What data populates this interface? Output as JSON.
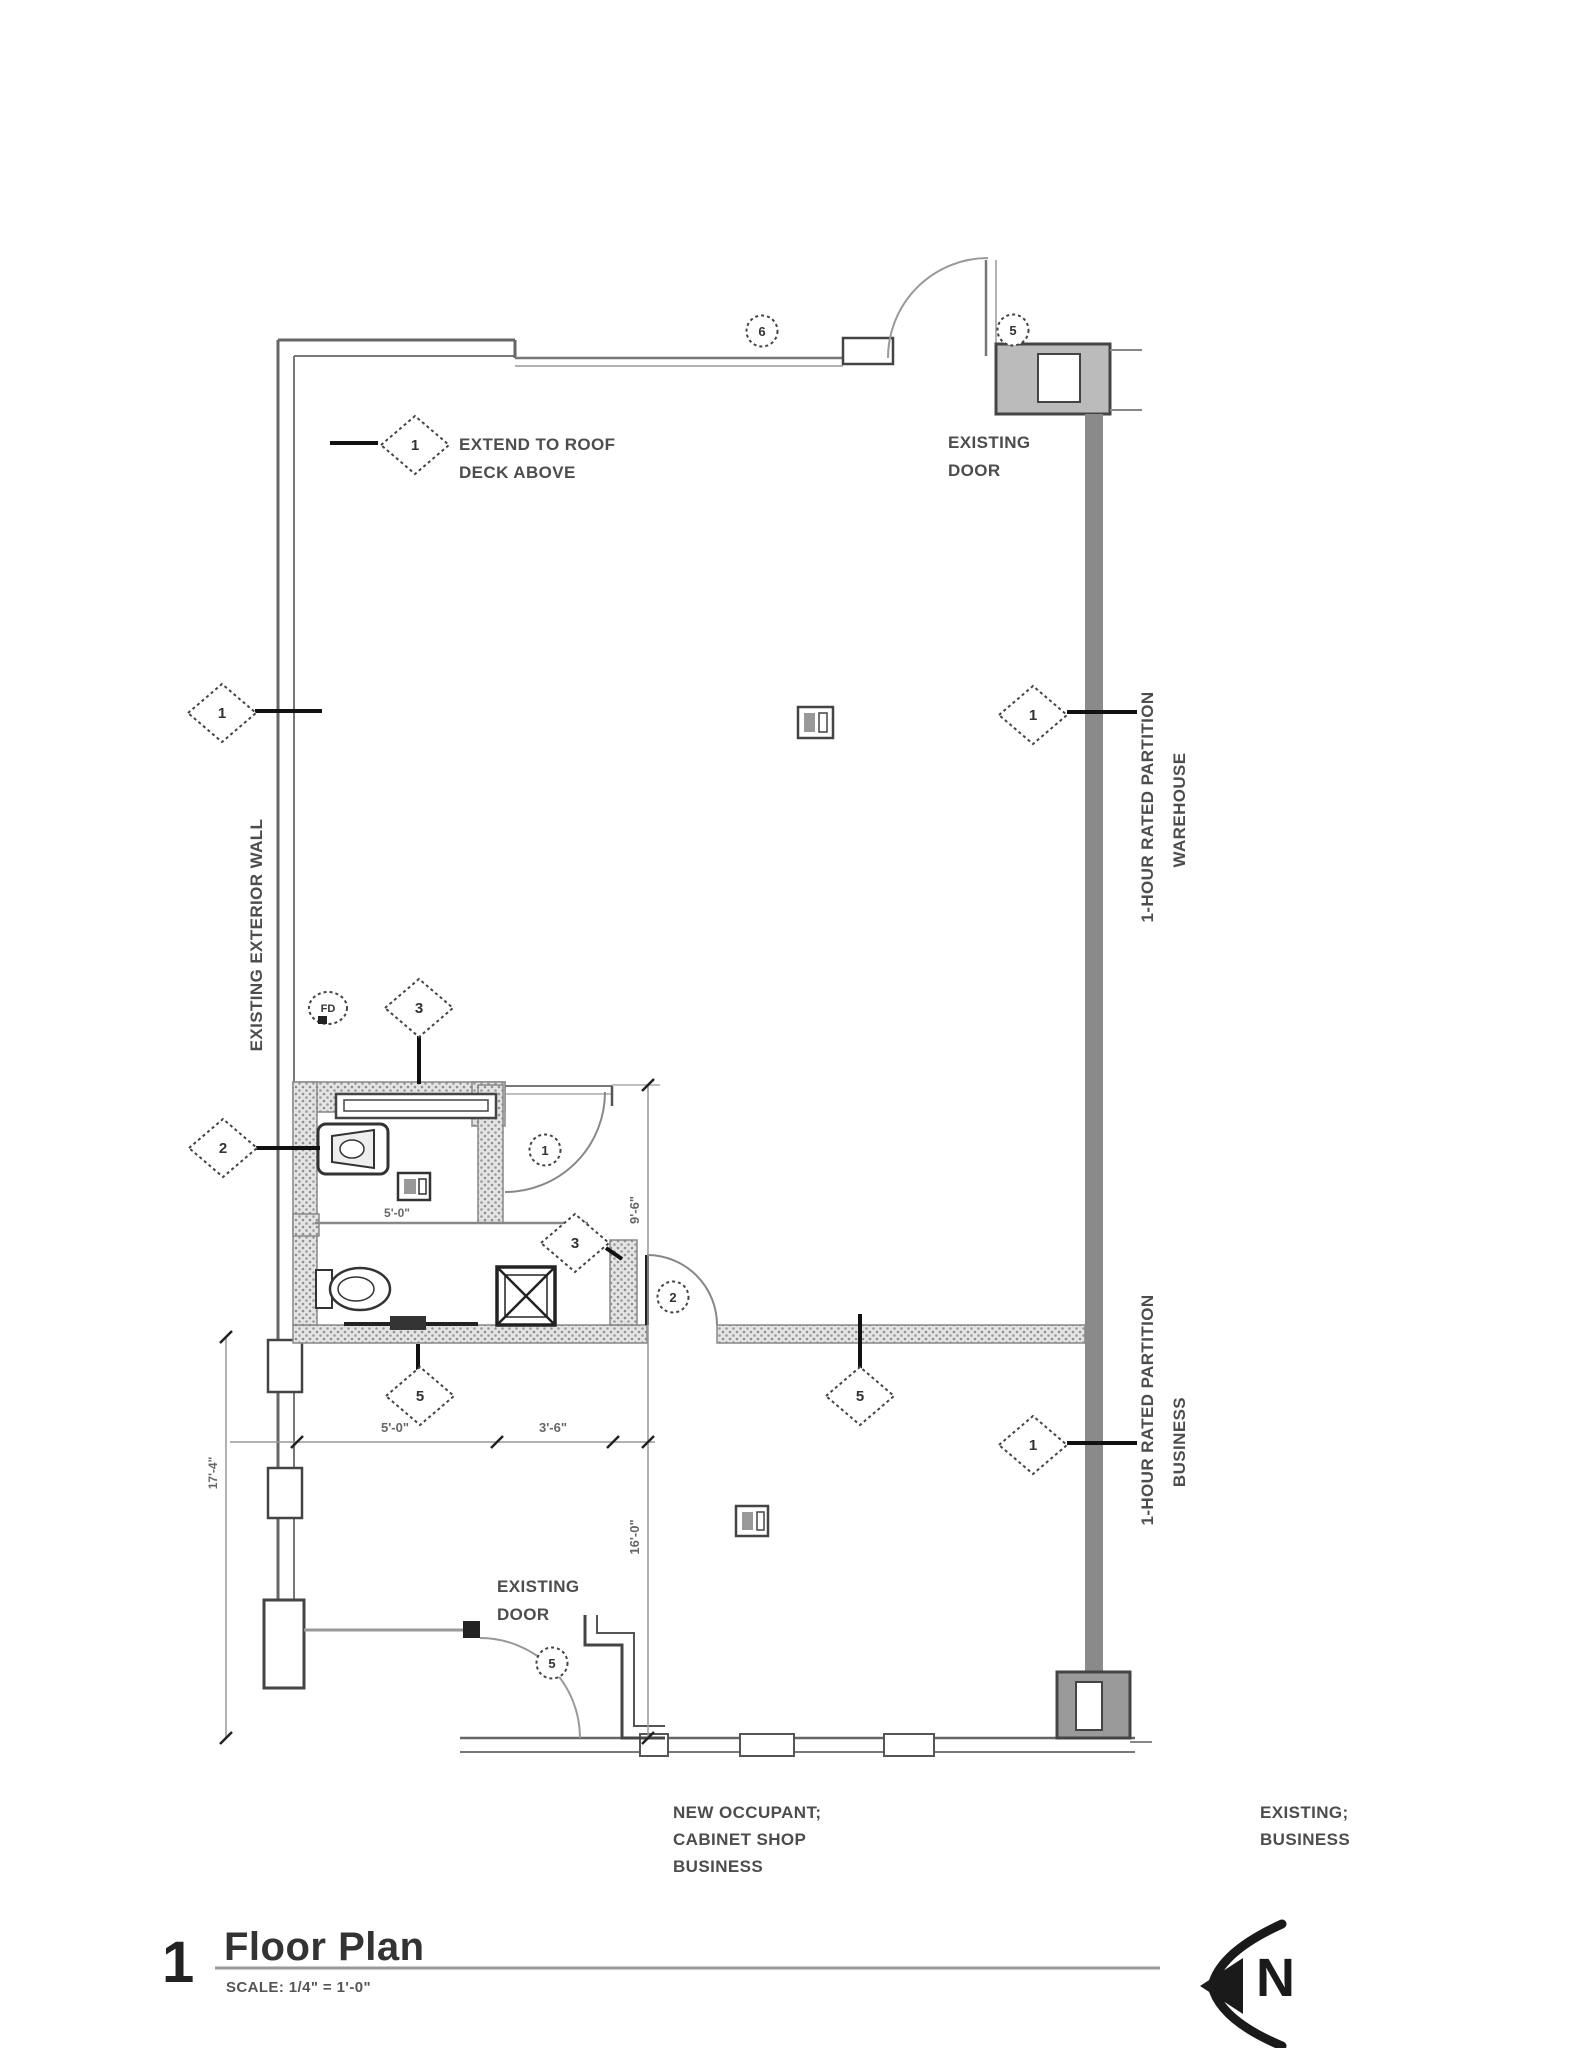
{
  "drawing": {
    "number": "1",
    "title": "Floor Plan",
    "scale": "SCALE: 1/4\" = 1'-0\"",
    "north": "N"
  },
  "labels": {
    "extend_roof": {
      "line1": "EXTEND TO ROOF",
      "line2": "DECK ABOVE"
    },
    "existing_door_top": {
      "line1": "EXISTING",
      "line2": "DOOR"
    },
    "existing_door_bottom": {
      "line1": "EXISTING",
      "line2": "DOOR"
    },
    "partition_warehouse": {
      "line1": "1-HOUR RATED PARTITION",
      "line2": "WAREHOUSE"
    },
    "partition_business": {
      "line1": "1-HOUR RATED PARTITION",
      "line2": "BUSINESS"
    },
    "existing_exterior_wall": "EXISTING EXTERIOR WALL",
    "new_occupant": {
      "line1": "NEW OCCUPANT;",
      "line2": "CABINET SHOP",
      "line3": "BUSINESS"
    },
    "existing_business": {
      "line1": "EXISTING;",
      "line2": "BUSINESS"
    },
    "floor_drain": "FD"
  },
  "wall_tags": {
    "d1": "1",
    "d2": "1",
    "d3": "1",
    "d4": "3",
    "d5": "2",
    "d6": "3",
    "d7": "5",
    "d8": "5",
    "d9": "1"
  },
  "door_tags": {
    "c1": "6",
    "c2": "5",
    "c3": "1",
    "c4": "2",
    "c5": "5"
  },
  "dimensions": {
    "bath_width": "5'-0\"",
    "bath_height": "9'-6\"",
    "seg_left": "5'-0\"",
    "seg_right": "3'-6\"",
    "left_height": "17'-4\"",
    "business_height": "16'-0\""
  },
  "colors": {
    "rated_wall_gray": "#8a8a8a",
    "line_dark": "#1a1a1a",
    "hatch_gray": "#8f8f8f"
  }
}
